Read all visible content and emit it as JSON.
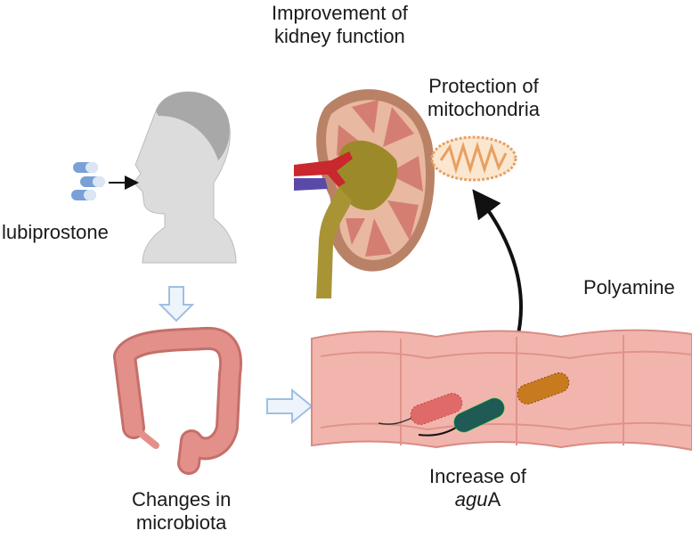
{
  "labels": {
    "kidney_line1": "Improvement of",
    "kidney_line2": "kidney function",
    "mito_line1": "Protection of",
    "mito_line2": "mitochondria",
    "drug": "lubiprostone",
    "polyamine": "Polyamine",
    "microbiota_line1": "Changes in",
    "microbiota_line2": "microbiota",
    "agua_line1": "Increase of",
    "agua_gene": "agu",
    "agua_suffix": "A"
  },
  "colors": {
    "kidney_outer": "#b98266",
    "kidney_inner": "#e8b8a0",
    "pelvis": "#9c8a2a",
    "artery": "#c8282e",
    "vein": "#5a4aa8",
    "mito": "#e8a060",
    "colon": "#e3908a",
    "intestine": "#f2b5ad",
    "hollow_arrow": "#9fbfe3",
    "bacterium_red": "#e06a6a",
    "bacterium_green": "#1f5a55",
    "bacterium_orange": "#c87a1e",
    "head": "#d8d8d8"
  }
}
